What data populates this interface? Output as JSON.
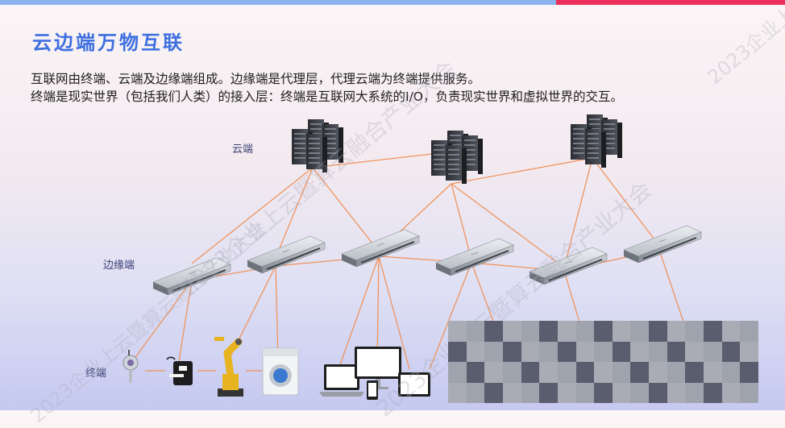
{
  "page": {
    "title": "云边端万物互联",
    "description_lines": [
      "互联网由终端、云端及边缘端组成。边缘端是代理层，代理云端为终端提供服务。",
      "终端是现实世界（包括我们人类）的接入层：终端是互联网大系统的I/O，负责现实世界和虚拟世界的交互。"
    ]
  },
  "diagram": {
    "tiers": {
      "cloud": "云端",
      "edge": "边缘端",
      "terminal": "终端"
    },
    "watermark": "2023企业上云暨算云融合产业大会",
    "colors": {
      "title": "#3d6fe0",
      "link": "#f0935c",
      "tier_label": "#3a3f74",
      "accent_bar_left": "#8bb2ef",
      "accent_bar_right": "#ec2e5a"
    }
  }
}
